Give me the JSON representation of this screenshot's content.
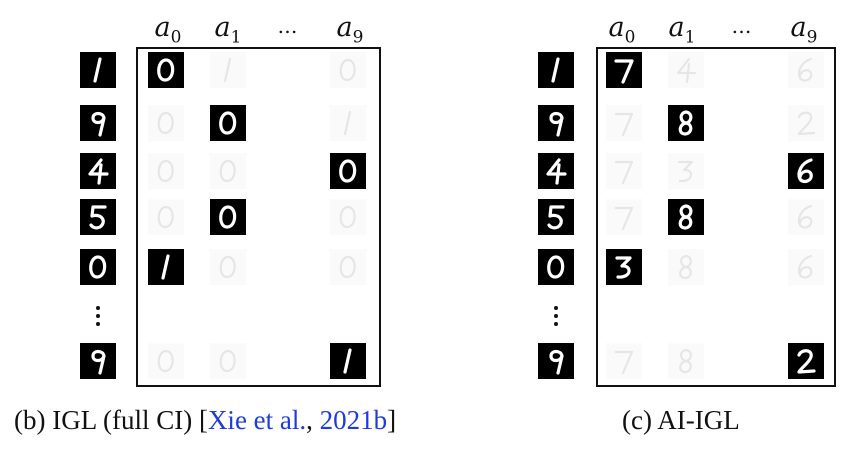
{
  "headers": {
    "a0": {
      "base": "a",
      "sub": "0"
    },
    "a1": {
      "base": "a",
      "sub": "1"
    },
    "ellipsis": "…",
    "a9": {
      "base": "a",
      "sub": "9"
    }
  },
  "panel_b": {
    "caption_prefix": "(b) IGL (full CI) [",
    "caption_cite_1": "Xie et al.",
    "caption_mid": ", ",
    "caption_cite_2": "2021b",
    "caption_suffix": "]",
    "rows": [
      {
        "context": "1",
        "cells": [
          "0",
          "1",
          "0"
        ],
        "highlight": 0
      },
      {
        "context": "9",
        "cells": [
          "0",
          "0",
          "1"
        ],
        "highlight": 1
      },
      {
        "context": "4",
        "cells": [
          "0",
          "0",
          "0"
        ],
        "highlight": 2
      },
      {
        "context": "5",
        "cells": [
          "0",
          "0",
          "0"
        ],
        "highlight": 1
      },
      {
        "context": "0",
        "cells": [
          "1",
          "0",
          "0"
        ],
        "highlight": 0
      },
      {
        "ellipsis": true
      },
      {
        "context": "9",
        "cells": [
          "0",
          "0",
          "1"
        ],
        "highlight": 2
      }
    ]
  },
  "panel_c": {
    "caption": "(c) AI-IGL",
    "rows": [
      {
        "context": "1",
        "cells": [
          "7",
          "4",
          "6"
        ],
        "highlight": 0
      },
      {
        "context": "9",
        "cells": [
          "7",
          "8",
          "2"
        ],
        "highlight": 1
      },
      {
        "context": "4",
        "cells": [
          "7",
          "3",
          "6"
        ],
        "highlight": 2
      },
      {
        "context": "5",
        "cells": [
          "7",
          "8",
          "6"
        ],
        "highlight": 1
      },
      {
        "context": "0",
        "cells": [
          "3",
          "8",
          "6"
        ],
        "highlight": 0
      },
      {
        "ellipsis": true
      },
      {
        "context": "9",
        "cells": [
          "7",
          "8",
          "2"
        ],
        "highlight": 2
      }
    ]
  }
}
